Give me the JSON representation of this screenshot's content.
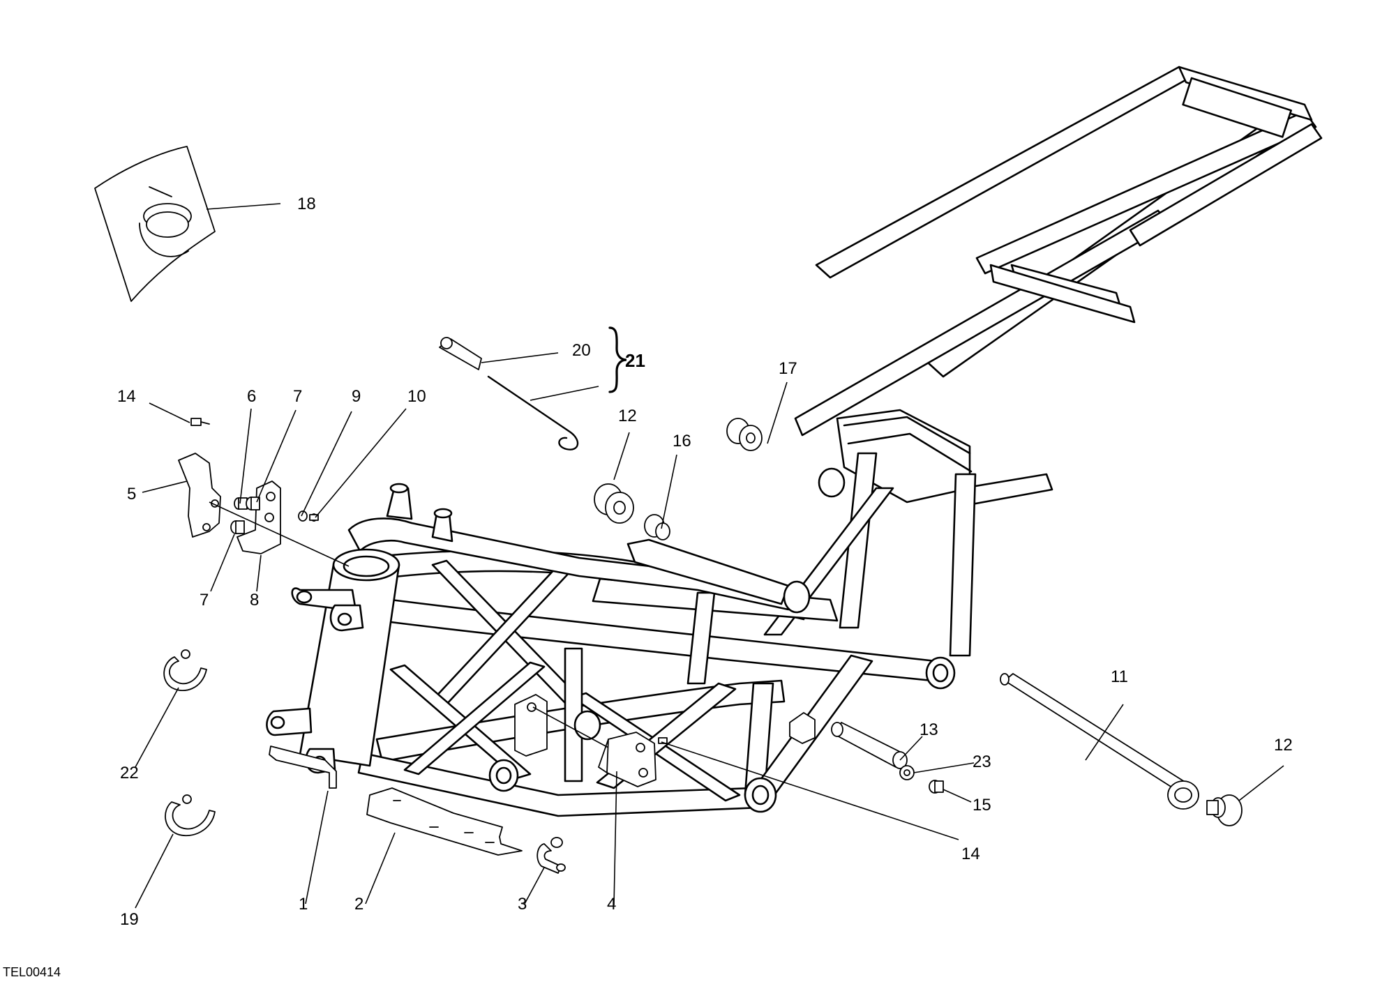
{
  "drawing_ref": "TEL00414",
  "callouts": {
    "c1": "1",
    "c2": "2",
    "c3": "3",
    "c4": "4",
    "c5": "5",
    "c6": "6",
    "c7a": "7",
    "c7b": "7",
    "c8": "8",
    "c9": "9",
    "c10": "10",
    "c11": "11",
    "c12a": "12",
    "c12b": "12",
    "c13": "13",
    "c14a": "14",
    "c14b": "14",
    "c15": "15",
    "c16": "16",
    "c17": "17",
    "c18": "18",
    "c19": "19",
    "c20": "20",
    "c21": "21",
    "c22": "22",
    "c23": "23"
  },
  "colors": {
    "line": "#000000",
    "background": "#ffffff"
  }
}
